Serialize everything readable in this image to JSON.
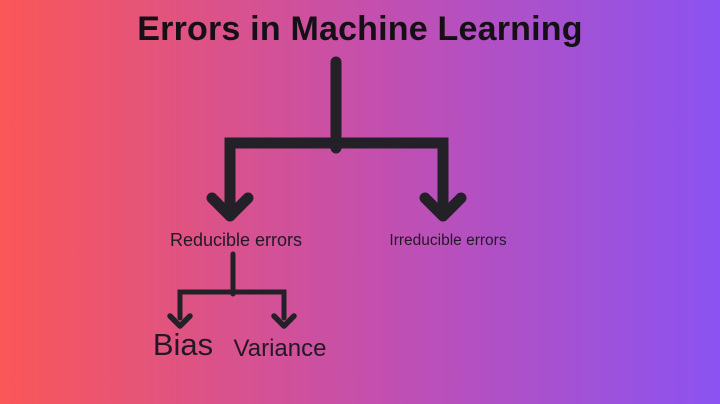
{
  "diagram": {
    "title": "Errors in Machine Learning",
    "level1": [
      {
        "label": "Reducible errors"
      },
      {
        "label": "Irreducible errors"
      }
    ],
    "level2": [
      {
        "label": "Bias"
      },
      {
        "label": "Variance"
      }
    ]
  },
  "colors": {
    "background_gradient_start": "#fa5757",
    "background_gradient_mid": "#c44fae",
    "background_gradient_end": "#8b53f1",
    "connector_line": "#242028",
    "title_text": "#161016",
    "label_text": "#241726"
  }
}
